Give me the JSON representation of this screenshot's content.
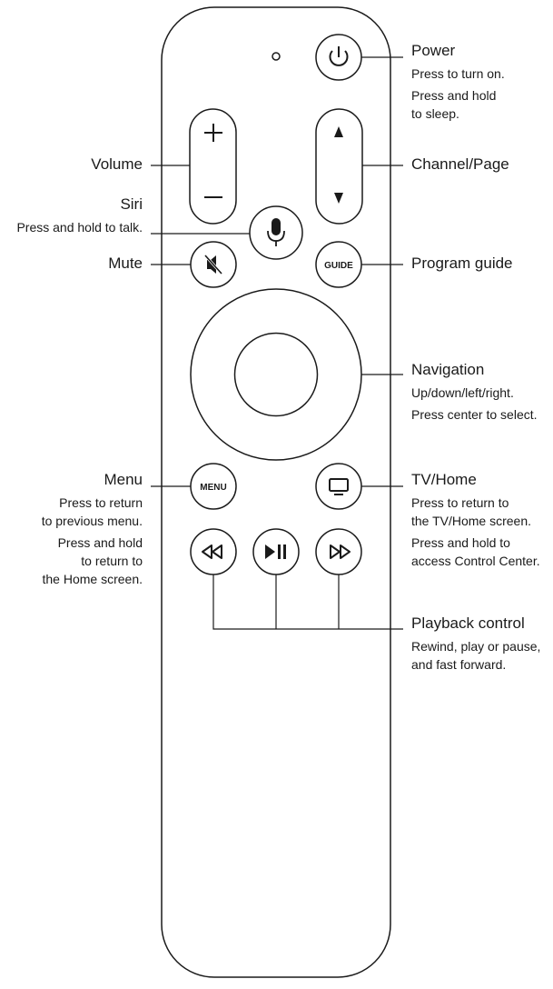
{
  "colors": {
    "stroke": "#1a1a1a",
    "background": "#ffffff"
  },
  "buttons": {
    "guide_label": "GUIDE",
    "menu_label": "MENU"
  },
  "icons": {
    "power": "power-icon",
    "plus": "plus-icon",
    "minus": "minus-icon",
    "up": "triangle-up-icon",
    "down": "triangle-down-icon",
    "mic": "microphone-icon",
    "mute": "speaker-mute-icon",
    "tv": "tv-monitor-icon",
    "rewind": "rewind-icon",
    "playpause": "play-pause-icon",
    "fastforward": "fast-forward-icon"
  },
  "callouts": {
    "power": {
      "title": "Power",
      "lines": [
        "Press to turn on."
      ],
      "lines2": [
        "Press and hold",
        "to sleep."
      ]
    },
    "channel": {
      "title": "Channel/Page"
    },
    "volume": {
      "title": "Volume"
    },
    "siri": {
      "title": "Siri",
      "lines": [
        "Press and hold to talk."
      ]
    },
    "mute": {
      "title": "Mute"
    },
    "guide": {
      "title": "Program guide"
    },
    "navigation": {
      "title": "Navigation",
      "lines": [
        "Up/down/left/right."
      ],
      "lines2": [
        "Press center to select."
      ]
    },
    "menu": {
      "title": "Menu",
      "lines": [
        "Press to return",
        "to previous menu."
      ],
      "lines2": [
        "Press and hold",
        "to return to",
        "the Home screen."
      ]
    },
    "tvhome": {
      "title": "TV/Home",
      "lines": [
        "Press to return to",
        "the TV/Home screen."
      ],
      "lines2": [
        "Press and hold to",
        "access Control Center."
      ]
    },
    "playback": {
      "title": "Playback control",
      "lines": [
        "Rewind, play or pause,",
        "and fast forward."
      ]
    }
  }
}
